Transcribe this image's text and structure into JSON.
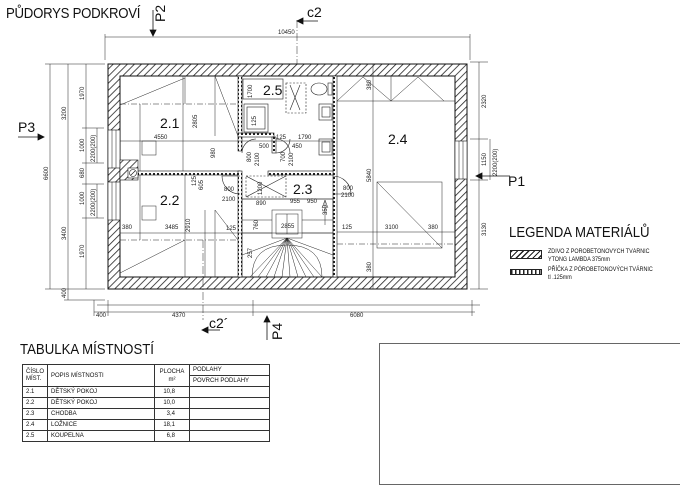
{
  "drawing": {
    "title": "PŮDORYS PODKROVÍ",
    "section_marks": {
      "P1": "P1",
      "P2": "P2",
      "P3": "P3",
      "P4": "P4",
      "c2_top": "c2",
      "c2_bottom": "c2´"
    },
    "rooms": [
      {
        "id": "2.1",
        "label": "2.1"
      },
      {
        "id": "2.2",
        "label": "2.2"
      },
      {
        "id": "2.3",
        "label": "2.3"
      },
      {
        "id": "2.4",
        "label": "2.4"
      },
      {
        "id": "2.5",
        "label": "2.5"
      }
    ],
    "dimensions": {
      "top_total": "10450",
      "bottom": [
        "400",
        "4370",
        "6080"
      ],
      "left_outer": [
        "6600"
      ],
      "left_mid": [
        "3200",
        "3400",
        "400"
      ],
      "left_inner": [
        "1970",
        "1000",
        "680",
        "1000",
        "1970"
      ],
      "left_window": [
        "2200(200)",
        "2200(200)"
      ],
      "right": [
        "2320",
        "1150",
        "3130"
      ],
      "right_window": "2200(200)",
      "interior": {
        "r21_width": "4550",
        "r21_height": "2805",
        "corridor_980": "980",
        "r25_1700": "1700",
        "r25_125": "125",
        "r25_125b": "125",
        "r25_1790": "1790",
        "door_500": "500",
        "door_800a": "800",
        "door_2100a": "2100",
        "door_450": "450",
        "door_700": "700",
        "door_2100b": "2100",
        "r22_125": "125",
        "r22_605": "605",
        "door_800b": "800",
        "door_2100c": "2100",
        "r22_380": "380",
        "r22_3485": "3485",
        "r22_2910": "2910",
        "r23_1200": "1200",
        "r23_890": "890",
        "r23_955": "955",
        "r23_950": "950",
        "r23_350": "350",
        "door_800c": "800",
        "door_2100d": "2100",
        "stair_125": "125",
        "stair_760": "760",
        "stair_2855": "2855",
        "stair_257": "257",
        "r24_125": "125",
        "r24_5840": "5840",
        "r24_3100": "3100",
        "r24_380": "380",
        "r24_380b": "380",
        "r24_380top": "380"
      }
    }
  },
  "legend": {
    "title": "LEGENDA MATERIÁLŮ",
    "items": [
      {
        "pattern": "hatch",
        "line1": "ZDIVO Z PÓROBETONOVÝCH TVÁRNIC",
        "line2": "YTONG LAMBDA 375mm"
      },
      {
        "pattern": "dots",
        "line1": "PŘÍČKA Z PÓROBETONOVÝCH TVÁRNIC",
        "line2": "tl .125mm"
      }
    ]
  },
  "room_table": {
    "title": "TABULKA MÍSTNOSTÍ",
    "headers": {
      "number_line1": "ČÍSLO",
      "number_line2": "MÍST.",
      "description": "POPIS MÍSTNOSTI",
      "area_line1": "PLOCHA",
      "area_line2": "m²",
      "floors": "PODLAHY",
      "floor_surface": "POVRCH PODLAHY"
    },
    "rows": [
      {
        "number": "2.1",
        "description": "DĚTSKÝ POKOJ",
        "area": "10,8",
        "surface": ""
      },
      {
        "number": "2.2",
        "description": "DĚTSKÝ POKOJ",
        "area": "10,0",
        "surface": ""
      },
      {
        "number": "2.3",
        "description": "CHODBA",
        "area": "3,4",
        "surface": ""
      },
      {
        "number": "2.4",
        "description": "LOŽNICE",
        "area": "18,1",
        "surface": ""
      },
      {
        "number": "2.5",
        "description": "KOUPELNA",
        "area": "6,8",
        "surface": ""
      }
    ]
  }
}
